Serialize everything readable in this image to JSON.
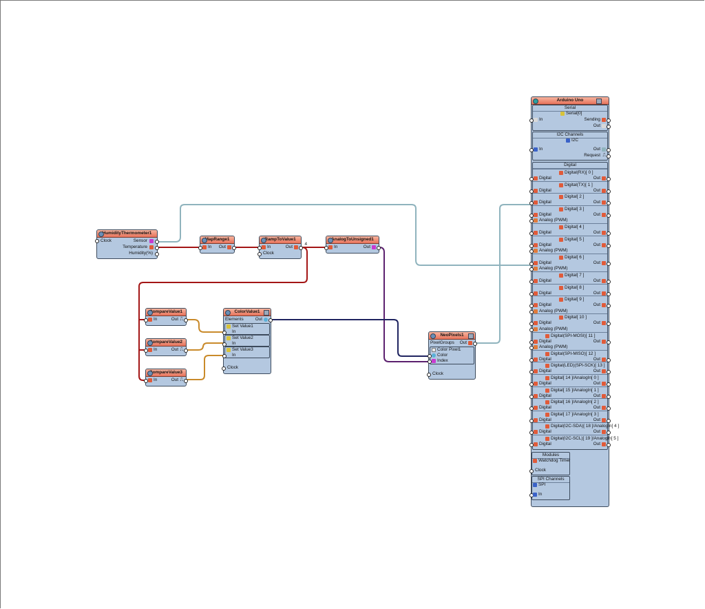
{
  "colors": {
    "wire_red": "#a31515",
    "wire_teal": "#8fb3bd",
    "wire_purple": "#5b1f6e",
    "wire_navy": "#1f2460",
    "wire_orange": "#c98a2a",
    "header": "#e7735c",
    "body": "#b4c8e0"
  },
  "humidity": {
    "title": "HumidityThermometer1",
    "clock": "Clock",
    "sensor": "Sensor",
    "temperature": "Temperature",
    "humidity": "Humidity(%)"
  },
  "maprange": {
    "title": "MapRange1",
    "in": "In",
    "out": "Out"
  },
  "ramp": {
    "title": "RampToValue1",
    "in": "In",
    "out": "Out",
    "clock": "Clock",
    "badge": "4"
  },
  "analog": {
    "title": "AnalogToUnsigned1",
    "in": "In",
    "out": "Out"
  },
  "cmp1": {
    "title": "CompareValue1",
    "in": "In",
    "out": "Out"
  },
  "cmp2": {
    "title": "CompareValue2",
    "in": "In",
    "out": "Out"
  },
  "cmp3": {
    "title": "CompareValue3",
    "in": "In",
    "out": "Out"
  },
  "color": {
    "title": "ColorValue1",
    "elements": "Elements",
    "out": "Out",
    "set1": "Set Value1",
    "set2": "Set Value2",
    "set3": "Set Value3",
    "in": "In",
    "clock": "Clock"
  },
  "neo": {
    "title": "NeoPixels1",
    "groups": "PixelGroups",
    "out": "Out",
    "pixel": "Color Pixel1",
    "color": "Color",
    "index": "Index",
    "clock": "Clock"
  },
  "arduino": {
    "title": "Arduino Uno",
    "serial": {
      "title": "Serial",
      "item": "Serial[0]",
      "in": "In",
      "sending": "Sending",
      "out": "Out"
    },
    "i2c": {
      "title": "I2C Channels",
      "item": "I2C",
      "in": "In",
      "out": "Out",
      "request": "Request"
    },
    "digital_title": "Digital",
    "pins": [
      {
        "name": "Digital(RX)[ 0 ]",
        "rows": [
          "Digital"
        ]
      },
      {
        "name": "Digital(TX)[ 1 ]",
        "rows": [
          "Digital"
        ]
      },
      {
        "name": "Digital[ 2 ]",
        "rows": [
          "Digital"
        ]
      },
      {
        "name": "Digital[ 3 ]",
        "rows": [
          "Digital",
          "Analog (PWM)"
        ]
      },
      {
        "name": "Digital[ 4 ]",
        "rows": [
          "Digital"
        ]
      },
      {
        "name": "Digital[ 5 ]",
        "rows": [
          "Digital",
          "Analog (PWM)"
        ]
      },
      {
        "name": "Digital[ 6 ]",
        "rows": [
          "Digital",
          "Analog (PWM)"
        ]
      },
      {
        "name": "Digital[ 7 ]",
        "rows": [
          "Digital"
        ]
      },
      {
        "name": "Digital[ 8 ]",
        "rows": [
          "Digital"
        ]
      },
      {
        "name": "Digital[ 9 ]",
        "rows": [
          "Digital",
          "Analog (PWM)"
        ]
      },
      {
        "name": "Digital[ 10 ]",
        "rows": [
          "Digital",
          "Analog (PWM)"
        ]
      },
      {
        "name": "Digital(SPI-MOSI)[ 11 ]",
        "rows": [
          "Digital",
          "Analog (PWM)"
        ]
      },
      {
        "name": "Digital(SPI-MISO)[ 12 ]",
        "rows": [
          "Digital"
        ]
      },
      {
        "name": "Digital(LED)(SPI-SCK)[ 13 ]",
        "rows": [
          "Digital"
        ]
      },
      {
        "name": "Digital[ 14 ]/AnalogIn[ 0 ]",
        "rows": [
          "Digital"
        ]
      },
      {
        "name": "Digital[ 15 ]/AnalogIn[ 1 ]",
        "rows": [
          "Digital"
        ]
      },
      {
        "name": "Digital[ 16 ]/AnalogIn[ 2 ]",
        "rows": [
          "Digital"
        ]
      },
      {
        "name": "Digital[ 17 ]/AnalogIn[ 3 ]",
        "rows": [
          "Digital"
        ]
      },
      {
        "name": "Digital(I2C-SDA)[ 18 ]/AnalogIn[ 4 ]",
        "rows": [
          "Digital"
        ]
      },
      {
        "name": "Digital(I2C-SCL)[ 19 ]/AnalogIn[ 5 ]",
        "rows": [
          "Digital"
        ]
      }
    ],
    "out": "Out",
    "modules": {
      "title": "Modules",
      "item": "Watchdog Timer",
      "clock": "Clock"
    },
    "spi": {
      "title": "SPI Channels",
      "item": "SPI",
      "in": "In"
    }
  }
}
